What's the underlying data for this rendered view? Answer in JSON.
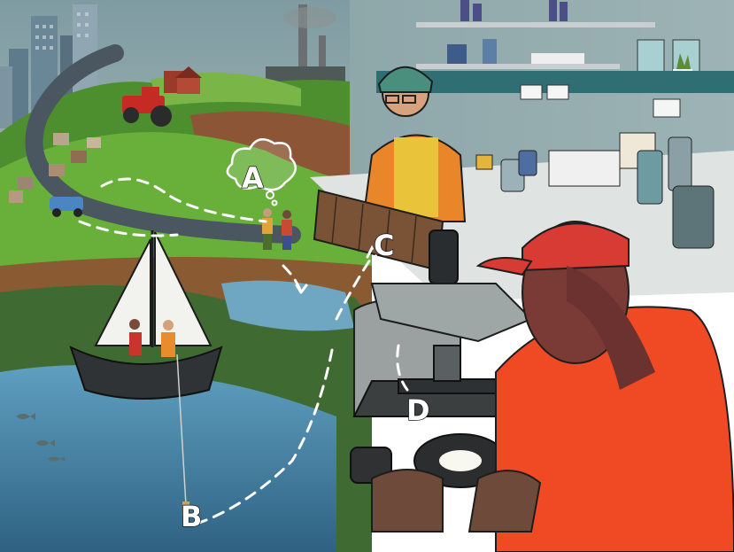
{
  "labels": {
    "a": "A",
    "b": "B",
    "c": "C",
    "d": "D"
  },
  "colors": {
    "sky": "#b9c7c4",
    "grass": "#69b03b",
    "river": "#4a88ad",
    "lab_wall": "#8fa6a8",
    "bench": "#dfe3e2",
    "orange_jacket": "#e9862a",
    "red_cap": "#d83a34"
  }
}
